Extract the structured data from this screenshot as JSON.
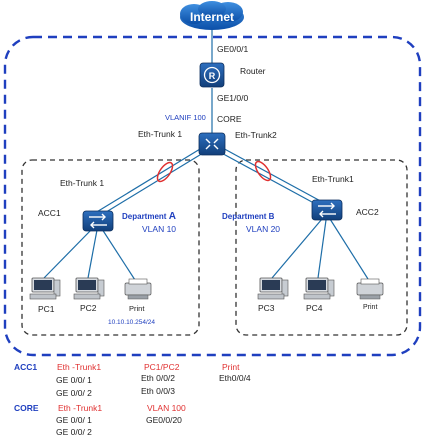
{
  "internet": {
    "label": "Internet"
  },
  "router": {
    "label": "Router",
    "port_up": "GE0/0/1",
    "port_down": "GE1/0/0"
  },
  "core": {
    "label": "CORE",
    "vlanif": "VLANIF 100",
    "trunk_left": "Eth-Trunk 1",
    "trunk_right": "Eth-Trunk2"
  },
  "dept_a": {
    "trunk": "Eth-Trunk 1",
    "switch": "ACC1",
    "title_prefix": "Department ",
    "title_letter": "A",
    "vlan": "VLAN 10",
    "gateway": "10.10.10.254/24",
    "pc1": "PC1",
    "pc2": "PC2",
    "printer": "Print"
  },
  "dept_b": {
    "trunk": "Eth-Trunk1",
    "switch": "ACC2",
    "title": "Department B",
    "vlan": "VLAN 20",
    "pc3": "PC3",
    "pc4": "PC4",
    "printer": "Print"
  },
  "legend": {
    "acc1": {
      "name": "ACC1",
      "trunk_title": "Eth -Trunk1",
      "trunk_ports": [
        "GE 0/0/ 1",
        "GE 0/0/ 2"
      ],
      "pc_title": "PC1/PC2",
      "pc_ports": [
        "Eth 0/0/2",
        "Eth 0/0/3"
      ],
      "print_title": "Print",
      "print_port": "Eth0/0/4"
    },
    "core": {
      "name": "CORE",
      "trunk_title": "Eth -Trunk1",
      "trunk_ports": [
        "GE 0/0/ 1",
        "GE 0/0/ 2"
      ],
      "vlan_title": "VLAN 100",
      "vlan_port": "GE0/0/20"
    }
  },
  "colors": {
    "blue": "#1f3fbf",
    "red": "#e03030",
    "line": "#1e6ea8",
    "device": "#1d4f8c"
  }
}
